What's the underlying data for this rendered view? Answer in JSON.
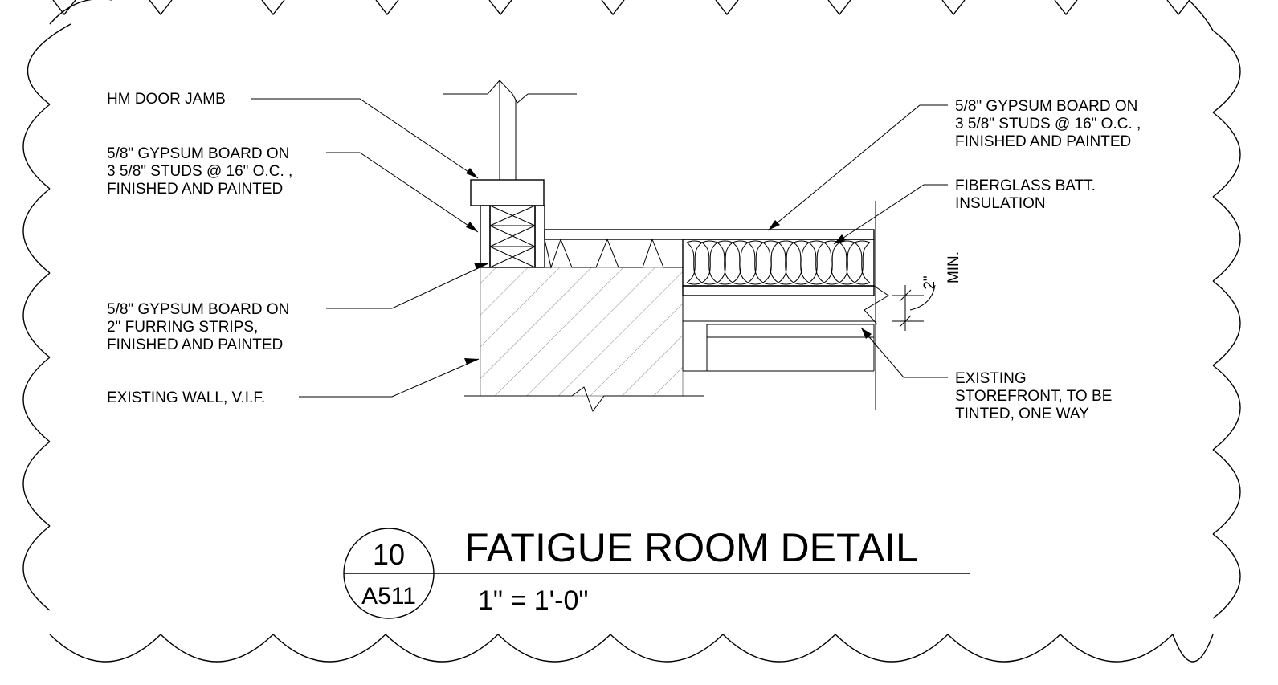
{
  "labels": {
    "door_jamb": "HM DOOR JAMB",
    "left_wall": [
      "5/8\" GYPSUM BOARD ON",
      "3 5/8\" STUDS @ 16\" O.C. ,",
      "FINISHED AND PAINTED"
    ],
    "furring": [
      "5/8\" GYPSUM BOARD ON",
      "2\" FURRING STRIPS,",
      "FINISHED AND PAINTED"
    ],
    "existing_wall": "EXISTING WALL, V.I.F.",
    "right_wall": [
      "5/8\" GYPSUM BOARD ON",
      "3 5/8\" STUDS @ 16\" O.C. ,",
      "FINISHED AND PAINTED"
    ],
    "insulation": [
      "FIBERGLASS BATT.",
      "INSULATION"
    ],
    "storefront": [
      "EXISTING",
      "STOREFRONT, TO BE",
      "TINTED, ONE WAY"
    ]
  },
  "dimension": {
    "value": "2\"",
    "note": "MIN."
  },
  "title_block": {
    "title": "FATIGUE ROOM DETAIL",
    "scale": "1\" = 1'-0\"",
    "detail_number": "10",
    "sheet": "A511"
  }
}
